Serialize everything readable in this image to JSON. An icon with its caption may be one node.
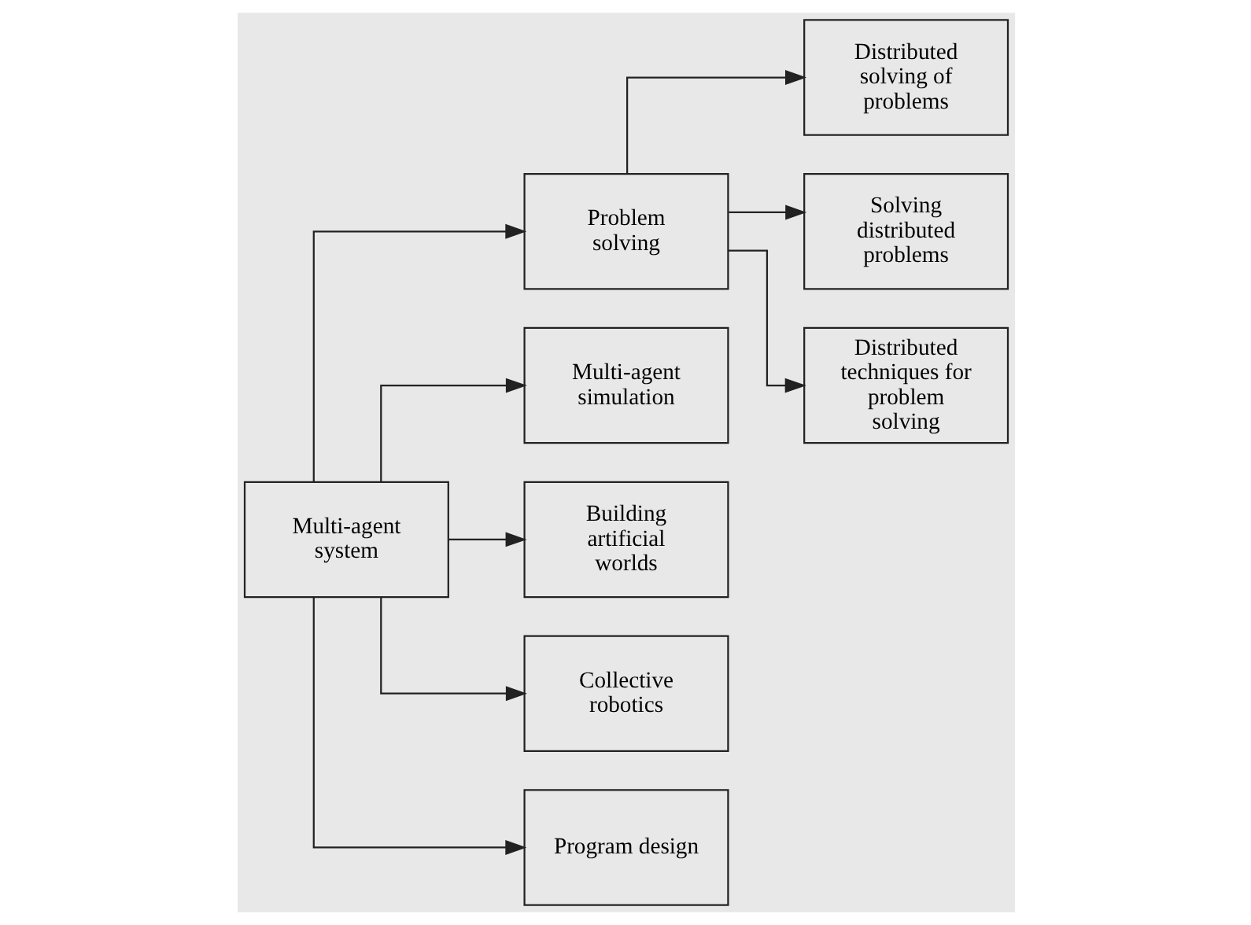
{
  "diagram": {
    "nodes": [
      {
        "text": [
          "Multi-agent system"
        ]
      },
      {
        "text": [
          "Problem solving"
        ]
      },
      {
        "text": [
          "Multi-agent simulation"
        ]
      },
      {
        "text": [
          "Building artificial worlds"
        ]
      },
      {
        "text": [
          "Collective robotics"
        ]
      },
      {
        "text": [
          "Program design"
        ]
      },
      {
        "text": [
          "Distributed solving of problems"
        ]
      },
      {
        "text": [
          "Solving distributed problems"
        ]
      },
      {
        "text": [
          "Distributed techniques for problem solving"
        ]
      }
    ],
    "edges": [
      {
        "from": 0,
        "to": 1,
        "arrow": "to"
      },
      {
        "from": 0,
        "to": 2,
        "arrow": "to"
      },
      {
        "from": 0,
        "to": 3,
        "arrow": "to"
      },
      {
        "from": 0,
        "to": 4,
        "arrow": "to"
      },
      {
        "from": 0,
        "to": 5,
        "arrow": "to"
      },
      {
        "from": 1,
        "to": 6,
        "arrow": "to"
      },
      {
        "from": 1,
        "to": 7,
        "arrow": "to"
      },
      {
        "from": 1,
        "to": 8,
        "arrow": "to"
      }
    ]
  }
}
